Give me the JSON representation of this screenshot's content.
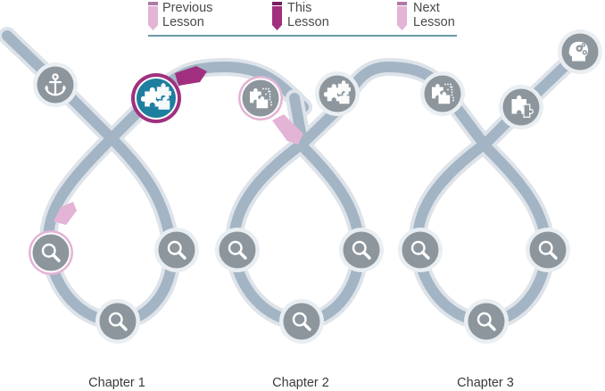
{
  "legend": {
    "previous": {
      "line1": "Previous",
      "line2": "Lesson",
      "color": "#e3b4d6",
      "cap": "#b07aa6"
    },
    "current": {
      "line1": "This",
      "line2": "Lesson",
      "color": "#a0307f",
      "cap": "#7a1f60"
    },
    "next": {
      "line1": "Next",
      "line2": "Lesson",
      "color": "#e3b4d6",
      "cap": "#b07aa6"
    },
    "rule_color": "#6c9aa8"
  },
  "colors": {
    "path": "#a3b5c4",
    "path_shadow": "#dde3e9",
    "node_fill": "#8d969c",
    "node_ring": "#e9eef2",
    "current_fill": "#1e7e9e",
    "current_ring": "#a0307f",
    "highlight_ring": "#e3b4d6",
    "icon": "#ffffff"
  },
  "chapters": [
    {
      "label": "Chapter 1"
    },
    {
      "label": "Chapter 2"
    },
    {
      "label": "Chapter 3"
    }
  ],
  "nodes": [
    {
      "name": "anchor-node",
      "icon": "anchor-icon",
      "state": "start"
    },
    {
      "name": "puzzle-node-current",
      "icon": "puzzle-icon",
      "state": "current"
    },
    {
      "name": "puzzle-node-next",
      "icon": "puzzle-dots-icon",
      "state": "next"
    },
    {
      "name": "puzzle-node-ch2",
      "icon": "puzzle-icon",
      "state": "default"
    },
    {
      "name": "puzzle-node-ch3-dots",
      "icon": "puzzle-dots-icon",
      "state": "default"
    },
    {
      "name": "puzzle-node-ch3",
      "icon": "puzzle-piece-icon",
      "state": "default"
    },
    {
      "name": "brain-gears-node",
      "icon": "head-gears-icon",
      "state": "end"
    },
    {
      "name": "search-node-ch1-left",
      "icon": "magnifier-icon",
      "state": "previous"
    },
    {
      "name": "search-node-ch1-right",
      "icon": "magnifier-icon",
      "state": "default"
    },
    {
      "name": "search-node-ch1-bottom",
      "icon": "magnifier-icon",
      "state": "default"
    },
    {
      "name": "search-node-ch2-left",
      "icon": "magnifier-icon",
      "state": "default"
    },
    {
      "name": "search-node-ch2-right",
      "icon": "magnifier-icon",
      "state": "default"
    },
    {
      "name": "search-node-ch2-bottom",
      "icon": "magnifier-icon",
      "state": "default"
    },
    {
      "name": "search-node-ch3-left",
      "icon": "magnifier-icon",
      "state": "default"
    },
    {
      "name": "search-node-ch3-right",
      "icon": "magnifier-icon",
      "state": "default"
    },
    {
      "name": "search-node-ch3-bottom",
      "icon": "magnifier-icon",
      "state": "default"
    }
  ]
}
